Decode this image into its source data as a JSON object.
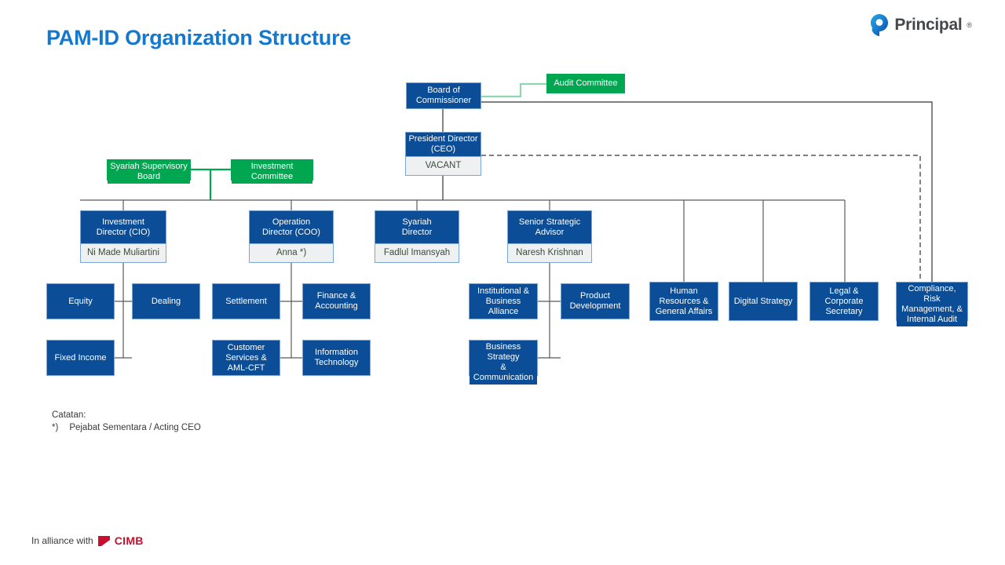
{
  "page": {
    "title": "PAM-ID Organization Structure",
    "brand": {
      "logo_name": "Principal",
      "registered_mark": "®"
    },
    "alliance": {
      "prefix": "In alliance with",
      "partner": "CIMB"
    },
    "footnote": {
      "heading": "Catatan:",
      "marker": "*)",
      "text": "Pejabat Sementara / Acting CEO"
    },
    "colors": {
      "title_blue": "#1578cf",
      "node_blue": "#0b4d96",
      "node_border": "#7ba7d7",
      "green": "#00a650",
      "person_bg": "#eef0f1",
      "line_dark": "#333333",
      "line_gray": "#808080",
      "cimb_red": "#c8102e"
    }
  },
  "chart_data": {
    "type": "org-chart",
    "nodes": {
      "board": {
        "title": "Board of\nCommissioner"
      },
      "audit": {
        "title": "Audit Committee"
      },
      "ceo": {
        "title": "President Director\n(CEO)",
        "person": "VACANT"
      },
      "syariah_board": {
        "title": "Syariah Supervisory\nBoard"
      },
      "investment_committee": {
        "title": "Investment\nCommittee"
      },
      "cio": {
        "title": "Investment\nDirector (CIO)",
        "person": "Ni Made Muliartini"
      },
      "coo": {
        "title": "Operation\nDirector (COO)",
        "person": "Anna *)"
      },
      "syariah_dir": {
        "title": "Syariah\nDirector",
        "person": "Fadlul Imansyah"
      },
      "ssa": {
        "title": "Senior Strategic\nAdvisor",
        "person": "Naresh Krishnan"
      },
      "equity": {
        "title": "Equity"
      },
      "dealing": {
        "title": "Dealing"
      },
      "fixed_income": {
        "title": "Fixed Income"
      },
      "settlement": {
        "title": "Settlement"
      },
      "finance": {
        "title": "Finance &\nAccounting"
      },
      "customer_services": {
        "title": "Customer\nServices &\nAML-CFT"
      },
      "it": {
        "title": "Information\nTechnology"
      },
      "institutional": {
        "title": "Institutional &\nBusiness Alliance"
      },
      "product_dev": {
        "title": "Product\nDevelopment"
      },
      "business_strategy": {
        "title": "Business Strategy\n& Communication"
      },
      "hr": {
        "title": "Human\nResources &\nGeneral Affairs"
      },
      "digital": {
        "title": "Digital Strategy"
      },
      "legal": {
        "title": "Legal &\nCorporate\nSecretary"
      },
      "compliance": {
        "title": "Compliance, Risk\nManagement, &\nInternal Audit"
      }
    }
  }
}
